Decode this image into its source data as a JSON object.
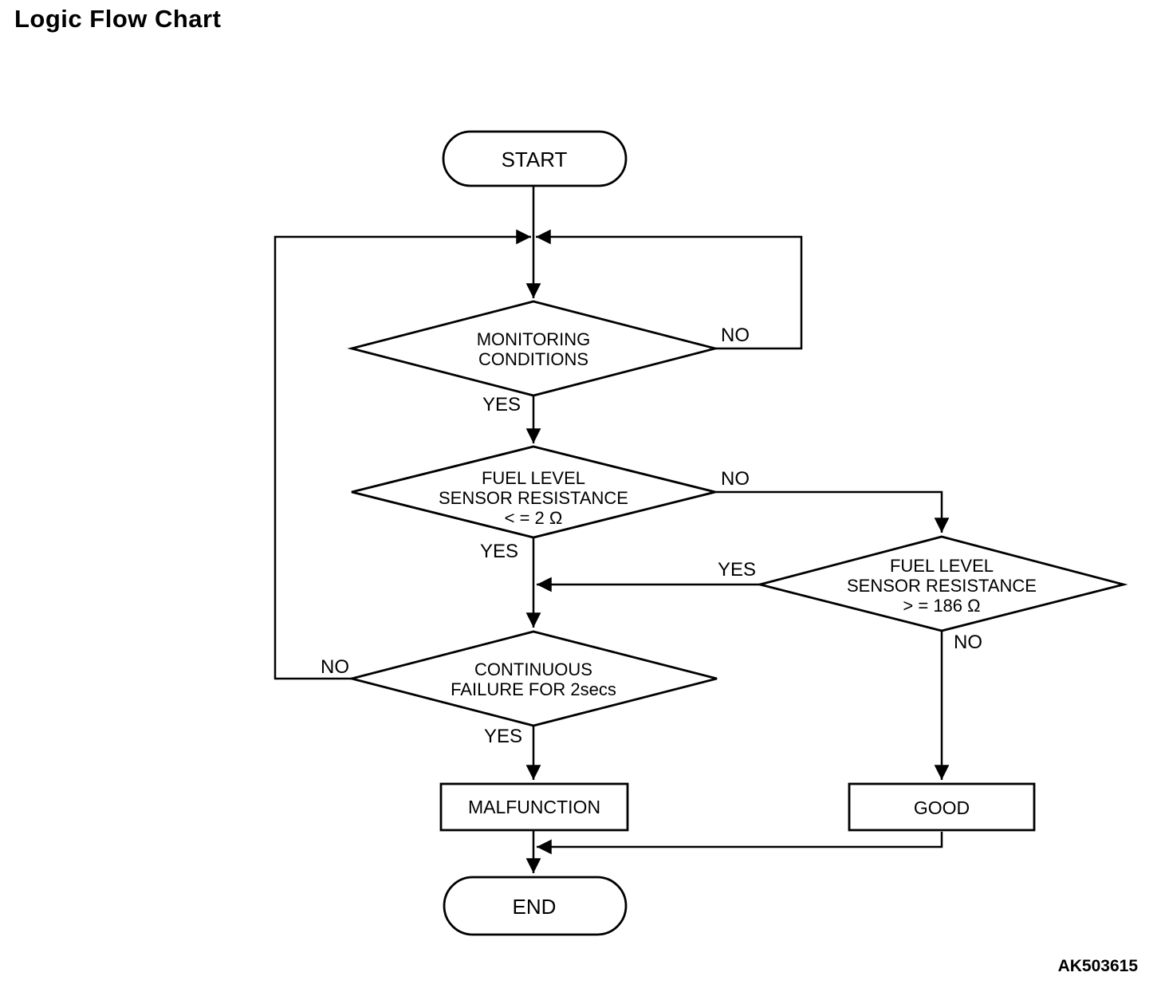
{
  "page": {
    "title": "Logic Flow Chart",
    "figure_code": "AK503615",
    "background_color": "#ffffff",
    "line_color": "#000000"
  },
  "flowchart": {
    "nodes": {
      "start": {
        "type": "terminator",
        "label": "START"
      },
      "monitoring": {
        "type": "decision",
        "line1": "MONITORING",
        "line2": "CONDITIONS"
      },
      "fuel_low": {
        "type": "decision",
        "line1": "FUEL LEVEL",
        "line2": "SENSOR RESISTANCE",
        "line3": "< = 2 Ω"
      },
      "fuel_high": {
        "type": "decision",
        "line1": "FUEL LEVEL",
        "line2": "SENSOR RESISTANCE",
        "line3": "> = 186 Ω"
      },
      "continuous_failure": {
        "type": "decision",
        "line1": "CONTINUOUS",
        "line2": "FAILURE FOR 2secs"
      },
      "malfunction": {
        "type": "process",
        "label": "MALFUNCTION"
      },
      "good": {
        "type": "process",
        "label": "GOOD"
      },
      "end": {
        "type": "terminator",
        "label": "END"
      }
    },
    "edge_labels": {
      "monitoring_yes": "YES",
      "monitoring_no": "NO",
      "fuel_low_yes": "YES",
      "fuel_low_no": "NO",
      "fuel_high_yes": "YES",
      "fuel_high_no": "NO",
      "continuous_yes": "YES",
      "continuous_no": "NO"
    }
  }
}
